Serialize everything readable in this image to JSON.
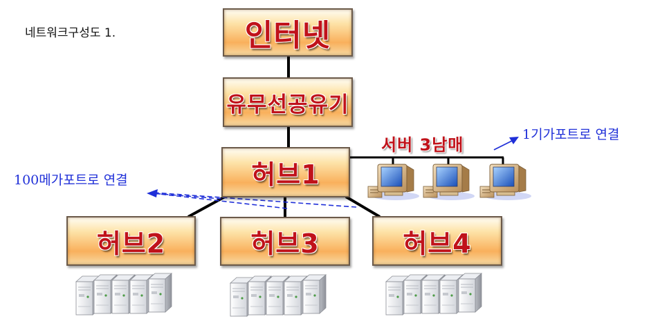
{
  "title": "네트워크구성도 1.",
  "nodes": {
    "internet": "인터넷",
    "router": "유무선공유기",
    "hub1": "허브1",
    "hub2": "허브2",
    "hub3": "허브3",
    "hub4": "허브4"
  },
  "server_group_label": "서버 3남매",
  "annotations": {
    "hundred_mega": "100메가포트로 연결",
    "one_giga": "1기가포트로 연결"
  },
  "colors": {
    "node_text": "#c0121a",
    "annotation_text": "#2030d8",
    "line": "#000000"
  }
}
